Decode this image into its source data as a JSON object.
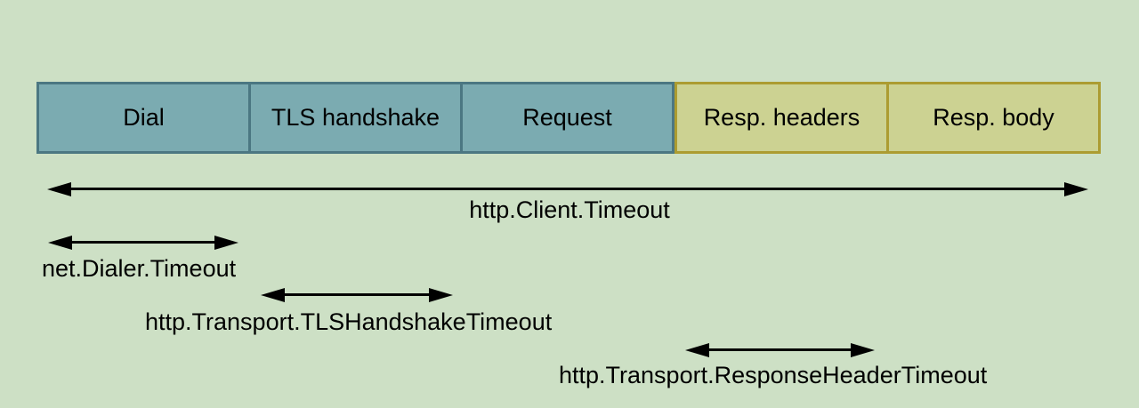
{
  "colors": {
    "background": "#cde0c5",
    "teal_segment_fill": "#7babb1",
    "teal_segment_border": "#4b7782",
    "olive_segment_fill": "#ccd292",
    "olive_segment_border": "#ac9c31",
    "arrow": "#000000",
    "text": "#000000"
  },
  "bar": {
    "segments": [
      {
        "label": "Dial",
        "group": "teal"
      },
      {
        "label": "TLS handshake",
        "group": "teal"
      },
      {
        "label": "Request",
        "group": "teal"
      },
      {
        "label": "Resp. headers",
        "group": "olive"
      },
      {
        "label": "Resp. body",
        "group": "olive"
      }
    ]
  },
  "timeouts": [
    {
      "label": "http.Client.Timeout"
    },
    {
      "label": "net.Dialer.Timeout"
    },
    {
      "label": "http.Transport.TLSHandshakeTimeout"
    },
    {
      "label": "http.Transport.ResponseHeaderTimeout"
    }
  ]
}
